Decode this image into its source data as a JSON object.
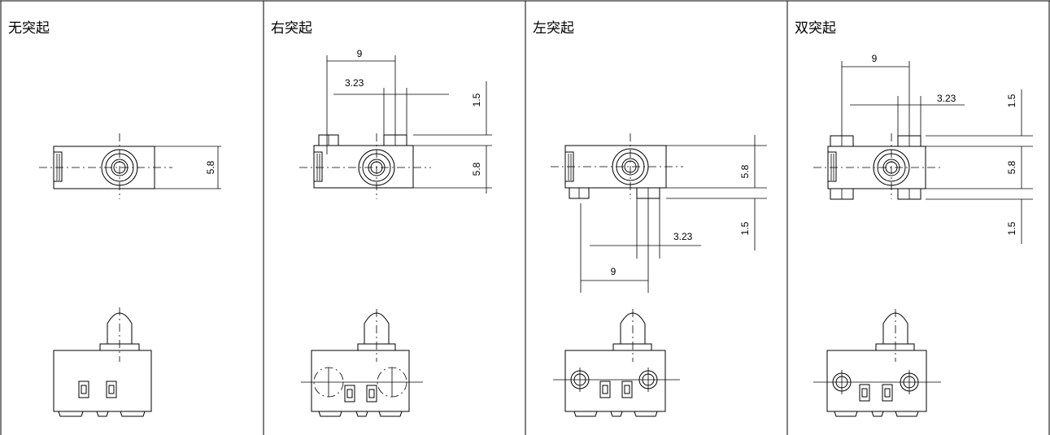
{
  "panels": [
    {
      "title": "无突起"
    },
    {
      "title": "右突起"
    },
    {
      "title": "左突起"
    },
    {
      "title": "双突起"
    }
  ],
  "dimensions": {
    "pitch": "9",
    "offset": "3.23",
    "height": "5.8",
    "protrusion": "1.5"
  }
}
